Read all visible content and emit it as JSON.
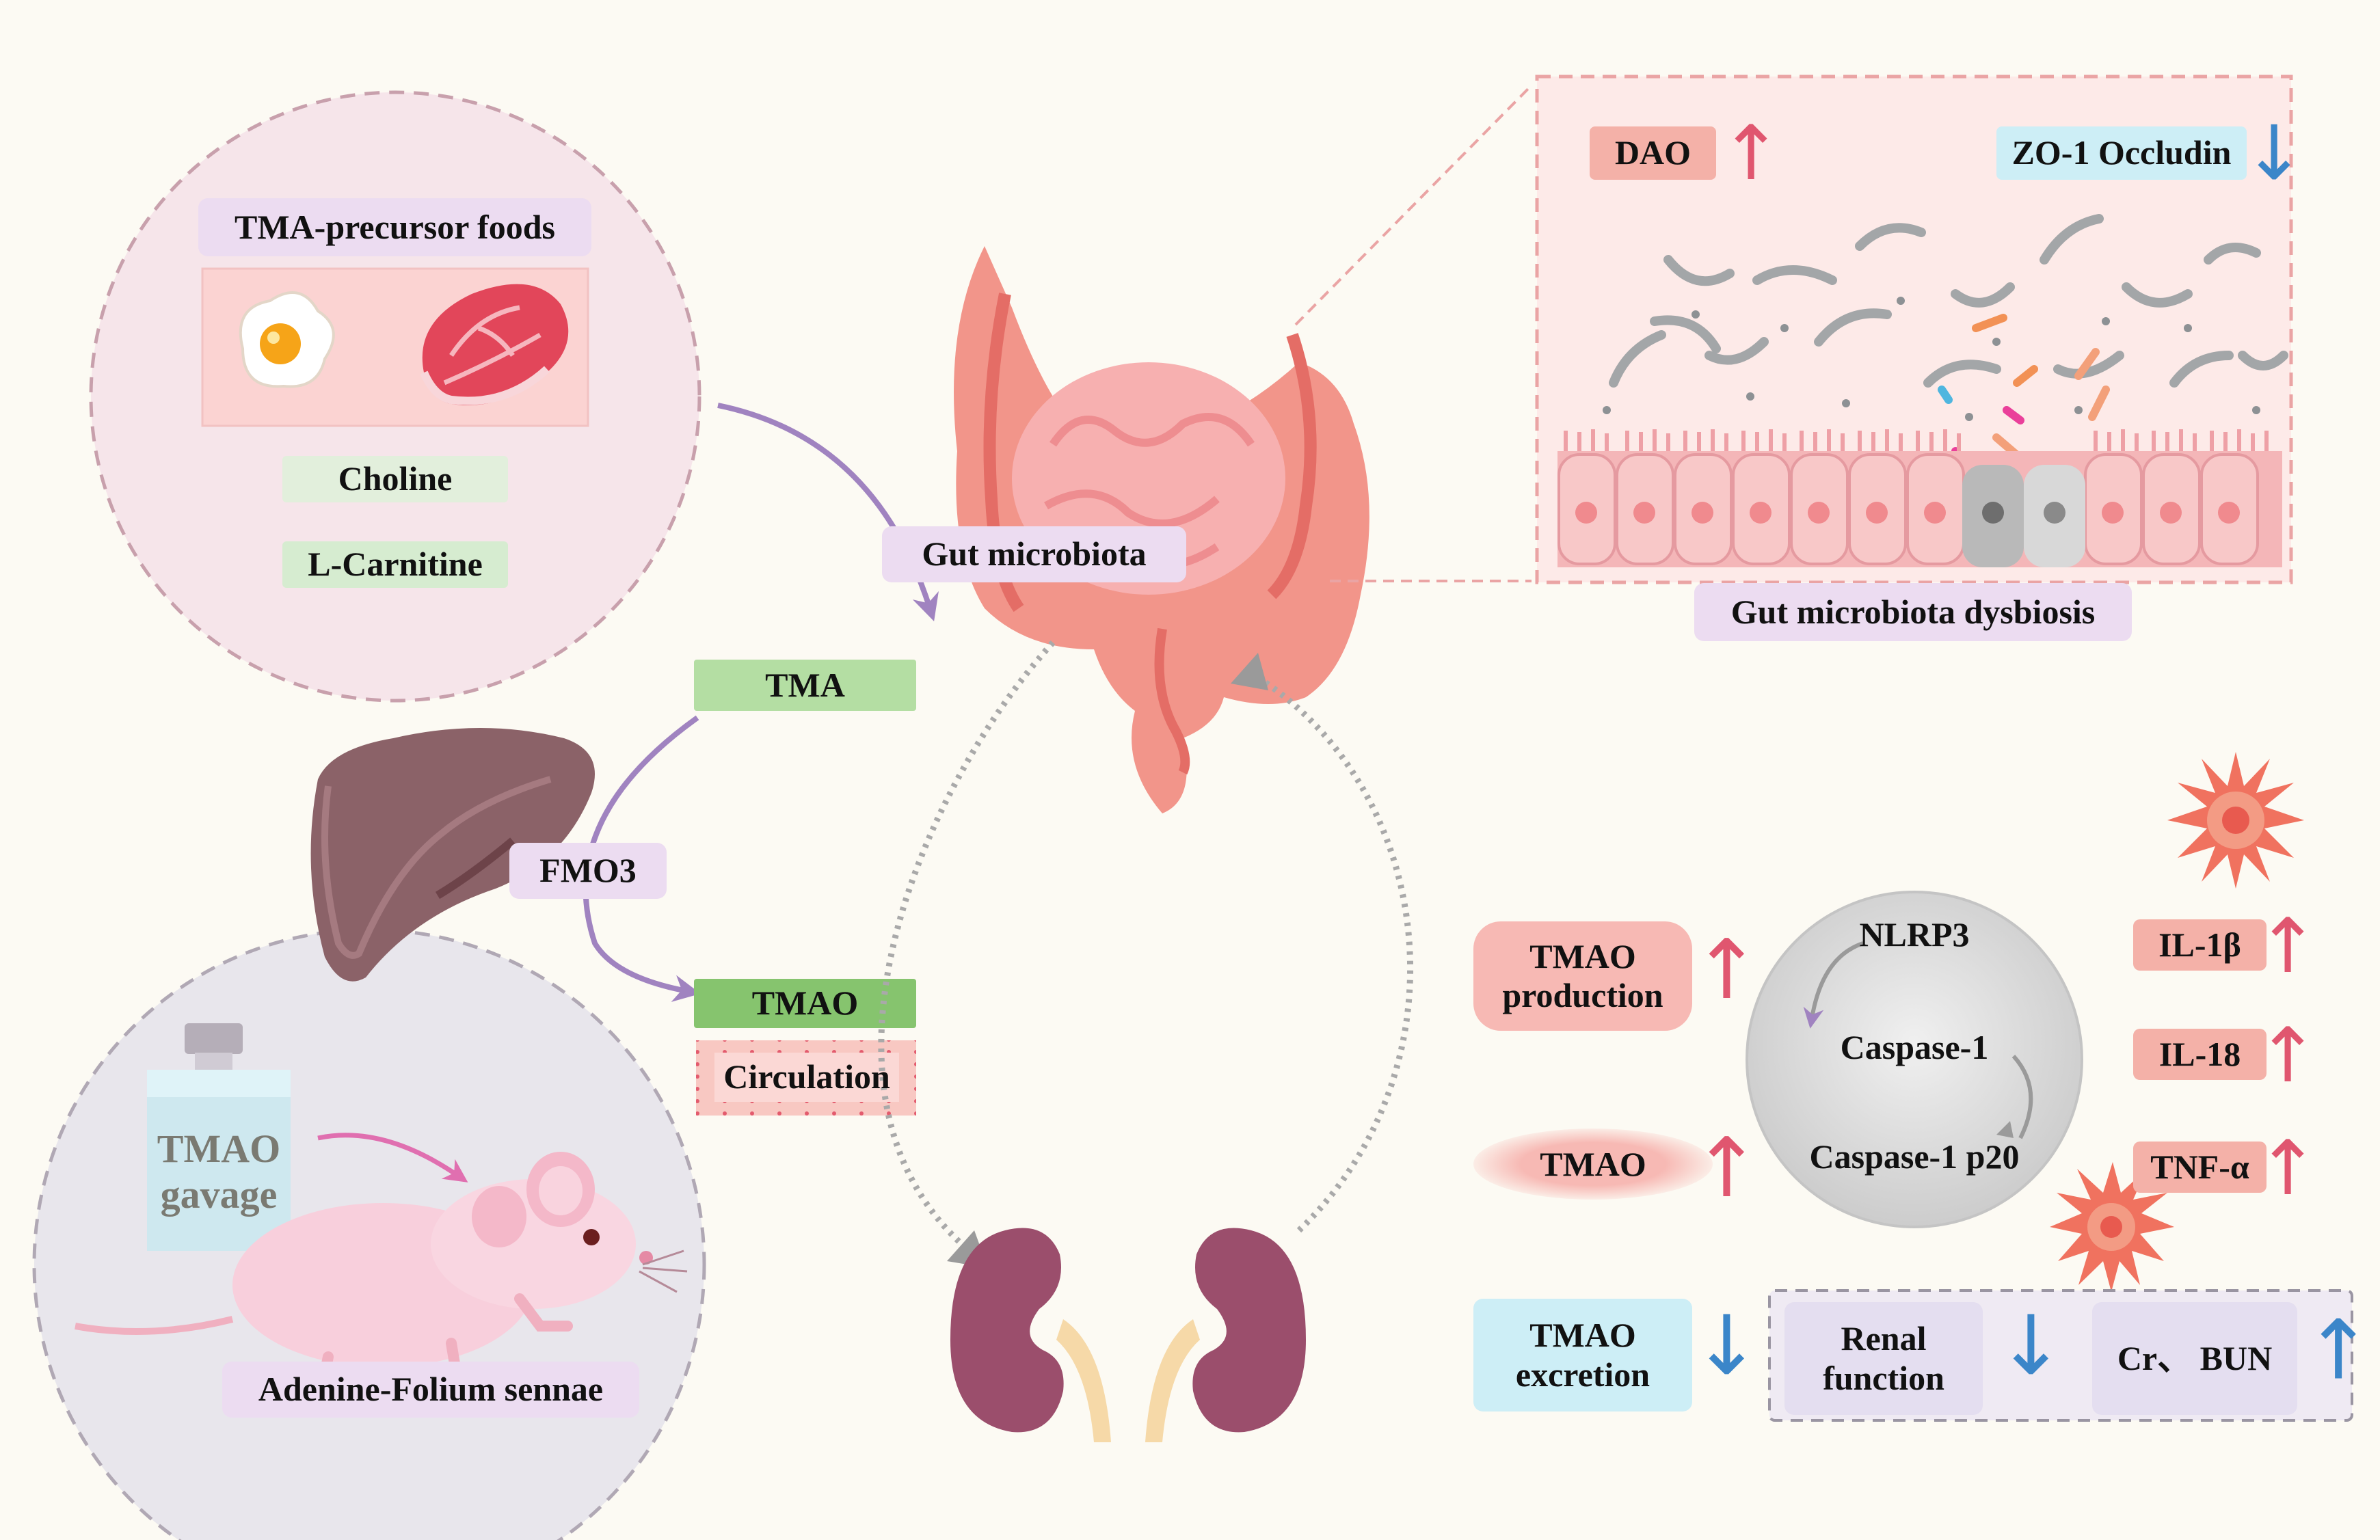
{
  "colors": {
    "background": "#fcfaf3",
    "purple_arrow": "#a083c0",
    "pink_arrow": "#e06fb0",
    "up_arrow": "#e0566f",
    "down_arrow": "#3b86c9",
    "green_box": "#a9d89a",
    "light_green_box": "#d6ecd0",
    "pink_box": "#f4b1a8",
    "lavender_box": "#ecdcf1",
    "blue_box": "#cdeef6",
    "gray_circle": "#d2d2d2"
  },
  "icons": {
    "egg": "fried-egg-icon",
    "meat": "raw-meat-icon",
    "intestine": "large-intestine-illustration",
    "liver": "liver-illustration",
    "kidneys": "kidneys-illustration",
    "mouse": "mouse-illustration",
    "bottle": "gavage-bottle-icon",
    "up": "↑",
    "down": "↓"
  },
  "diet": {
    "title": "TMA-precursor foods",
    "choline": "Choline",
    "carnitine": "L-Carnitine"
  },
  "pathway": {
    "gut_microbiota": "Gut microbiota",
    "tma": "TMA",
    "fmo3": "FMO3",
    "tmao": "TMAO",
    "circulation": "Circulation"
  },
  "model": {
    "bottle_label": "TMAO\ngavage",
    "name": "Adenine-Folium sennae"
  },
  "barrier": {
    "dao": "DAO",
    "zo1": "ZO-1 Occludin",
    "dysbiosis": "Gut microbiota dysbiosis"
  },
  "inflammasome": {
    "nlrp3": "NLRP3",
    "caspase1": "Caspase-1",
    "caspase1_p20": "Caspase-1 p20",
    "il1b": "IL-1β",
    "il18": "IL-18",
    "tnfa": "TNF-α"
  },
  "tmao_effects": {
    "production": "TMAO\nproduction",
    "tmao": "TMAO",
    "excretion": "TMAO\nexcretion",
    "renal": "Renal\nfunction",
    "cr_bun": "Cr、 BUN"
  }
}
